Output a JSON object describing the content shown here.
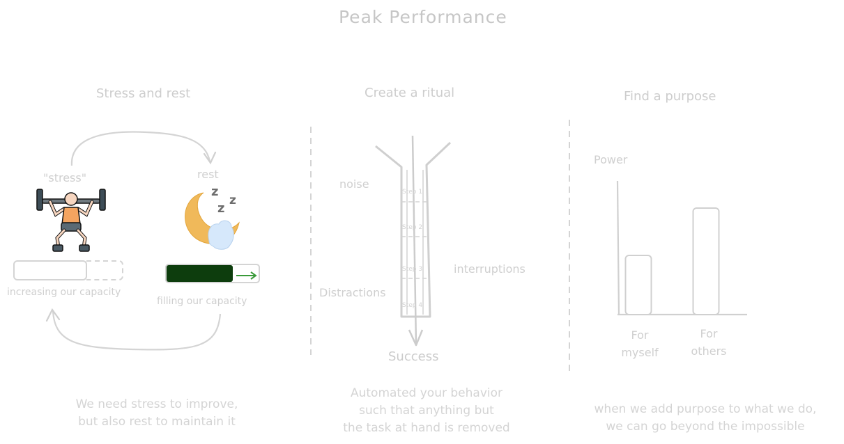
{
  "title": "Peak Performance",
  "sections": {
    "stress_rest": {
      "heading": "Stress and rest",
      "stress_label": "\"stress\"",
      "rest_label": "rest",
      "sleep_z": "z",
      "increasing": "increasing our capacity",
      "filling": "filling our capacity",
      "caption_1": "We need stress to improve,",
      "caption_2": "but also rest to maintain it",
      "weightlifter_icon": "weightlifter-icon",
      "sleeping_moon_icon": "sleeping-moon-icon"
    },
    "ritual": {
      "heading": "Create a ritual",
      "noise": "noise",
      "interruptions": "interruptions",
      "distractions": "Distractions",
      "success": "Success",
      "steps": [
        "Step 1",
        "Step 2",
        "Step 3",
        "Step 4"
      ],
      "caption_1": "Automated your behavior",
      "caption_2": "such that anything but",
      "caption_3": "the task at hand is removed"
    },
    "purpose": {
      "heading": "Find a purpose",
      "power": "Power",
      "bar_myself_1": "For",
      "bar_myself_2": "myself",
      "bar_others_1": "For",
      "bar_others_2": "others",
      "caption_1": "when we add purpose to what we do,",
      "caption_2": "we can go beyond the impossible"
    }
  },
  "chart_data": {
    "type": "bar",
    "categories": [
      "For myself",
      "For others"
    ],
    "values": [
      1,
      1.8
    ],
    "ylabel": "Power"
  },
  "colors": {
    "sketch": "#d4d4d4",
    "text": "#cfcfcf",
    "capacity_fill": "#0d3d0d",
    "arrow_green": "#3a9a3a",
    "moon": "#f0b95a",
    "cloud": "#d6e8fb"
  }
}
